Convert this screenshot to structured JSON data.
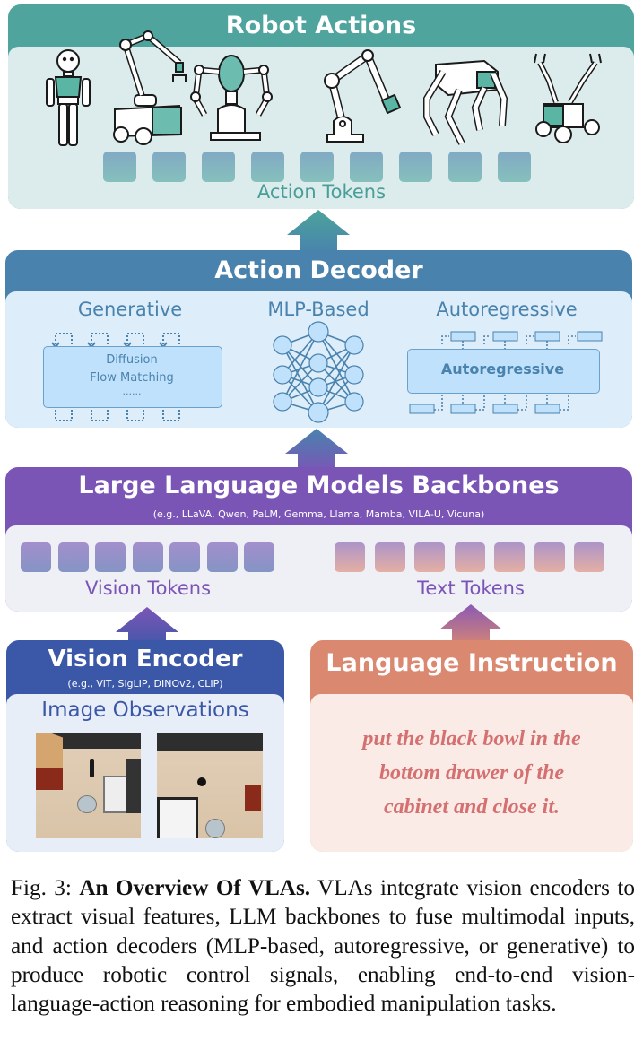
{
  "robot_actions": {
    "title": "Robot Actions",
    "robots": [
      "humanoid-robot-icon",
      "mobile-manipulator-icon",
      "dual-arm-robot-icon",
      "industrial-arm-icon",
      "quadruped-robot-icon",
      "dual-arm-rover-icon"
    ],
    "token_count": 9,
    "tokens_label": "Action Tokens"
  },
  "action_decoder": {
    "title": "Action Decoder",
    "sections": [
      {
        "title": "Generative",
        "box_lines": [
          "Diffusion",
          "Flow Matching",
          "......"
        ]
      },
      {
        "title": "MLP-Based"
      },
      {
        "title": "Autoregressive",
        "box_label": "Autoregressive"
      }
    ]
  },
  "llm": {
    "title": "Large Language Models Backbones",
    "subtitle": "(e.g., LLaVA, Qwen, PaLM, Gemma, Llama, Mamba, VILA-U, Vicuna)",
    "vision_token_count": 7,
    "text_token_count": 7,
    "vision_tokens_label": "Vision Tokens",
    "text_tokens_label": "Text Tokens"
  },
  "vision_encoder": {
    "title": "Vision Encoder",
    "subtitle": "(e.g., ViT, SigLIP, DINOv2, CLIP)",
    "observations_label": "Image Observations",
    "images": [
      "kitchen-scene-view-1",
      "kitchen-scene-view-2"
    ]
  },
  "language_instruction": {
    "title": "Language Instruction",
    "text_lines": [
      "put the black bowl in the",
      "bottom drawer of the",
      "cabinet and close it."
    ]
  },
  "caption": {
    "prefix": "Fig. 3: ",
    "bold": "An Overview Of VLAs.",
    "body": " VLAs integrate vision encoders to extract visual features, LLM backbones to fuse multimodal inputs, and action decoders (MLP-based, autoregressive, or generative) to produce robotic control signals, enabling end-to-end vision-language-action reasoning for embodied manipulation tasks."
  },
  "colors": {
    "robot_header": "#4fa59e",
    "robot_body": "#dcecec",
    "decoder_header": "#4a82ae",
    "decoder_body": "#ddeefa",
    "llm_header": "#7b55b6",
    "llm_body": "#efeff6",
    "encoder_header": "#3b58a8",
    "encoder_body": "#e8eef8",
    "language_header": "#db8870",
    "language_body": "#fbebe7",
    "language_text": "#d47070"
  }
}
